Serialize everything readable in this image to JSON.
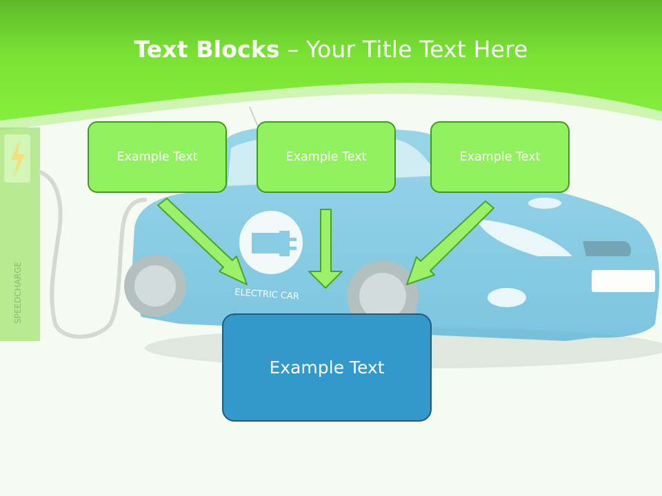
{
  "slide": {
    "title_bold": "Text Blocks",
    "title_rest": " – Your Title Text Here",
    "boxes": [
      {
        "text": "Example Text"
      },
      {
        "text": "Example Text"
      },
      {
        "text": "Example Text"
      }
    ],
    "main_box": {
      "text": "Example Text"
    }
  },
  "background": {
    "charger_label": "SPEEDCHARGE",
    "car_label": "ELECTRIC CAR"
  },
  "colors": {
    "header_green": "#7dea3b",
    "box_green": "#92f15f",
    "box_green_border": "#3d9a1d",
    "arrow_green": "#9df06a",
    "main_blue": "#3399cc",
    "main_blue_border": "#1f5b78"
  },
  "icons": [
    "lightning-icon",
    "plug-icon"
  ]
}
